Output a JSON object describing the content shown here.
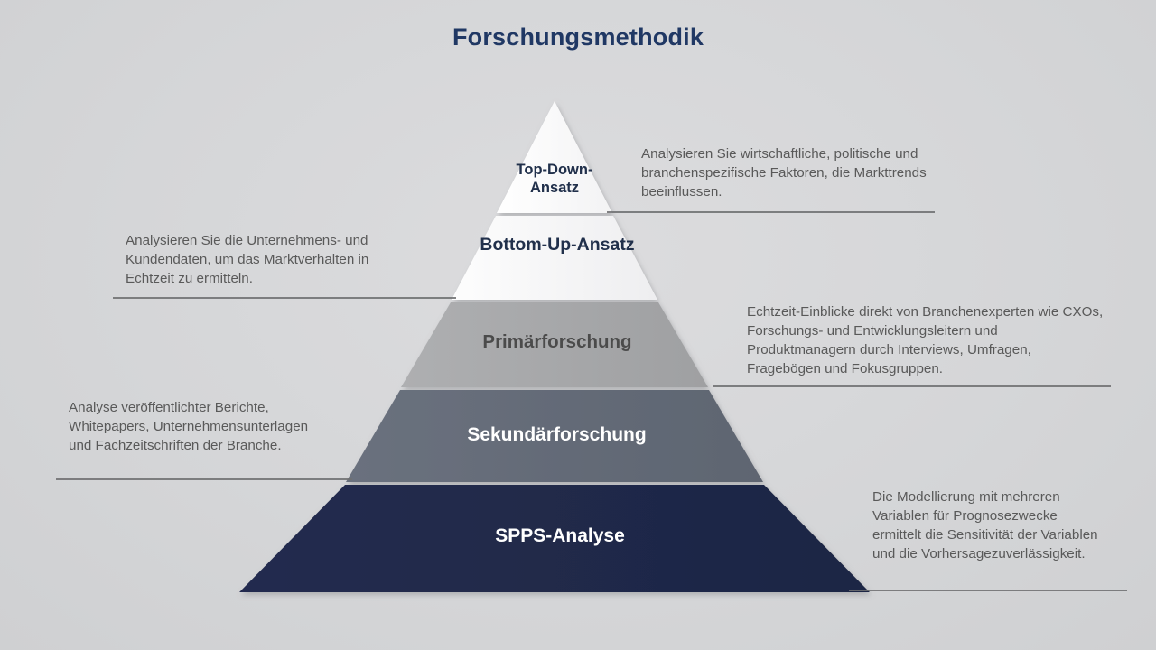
{
  "header": {
    "title": "Forschungsmethodik",
    "title_color": "#203864"
  },
  "background_color": "#d5d6d8",
  "pyramid": {
    "levels": [
      {
        "id": "top-down",
        "label": "Top-Down-\nAnsatz",
        "label_line1": "Top-Down-",
        "label_line2": "Ansatz",
        "fill": "#fbfbfb",
        "text_color": "#21304b",
        "description": "Analysieren Sie wirtschaftliche, politische und branchenspezifische Faktoren, die Markttrends beeinflussen.",
        "callout_side": "right"
      },
      {
        "id": "bottom-up",
        "label": "Bottom-Up-Ansatz",
        "fill": "#f4f4f5",
        "text_color": "#21304b",
        "description": "Analysieren Sie die Unternehmens- und Kundendaten, um das Marktverhalten in Echtzeit zu ermitteln.",
        "callout_side": "left"
      },
      {
        "id": "primaerforschung",
        "label": "Primärforschung",
        "fill": "#a6a7a9",
        "text_color": "#4b4b4b",
        "description": "Echtzeit-Einblicke direkt von Branchenexperten wie CXOs, Forschungs- und Entwicklungsleitern und Produktmanagern durch Interviews, Umfragen, Fragebögen und Fokusgruppen.",
        "callout_side": "right"
      },
      {
        "id": "sekundaerforschung",
        "label": "Sekundärforschung",
        "fill": "#646b78",
        "text_color": "#ffffff",
        "description": "Analyse veröffentlichter Berichte, Whitepapers, Unternehmensunterlagen und Fachzeitschriften der Branche.",
        "callout_side": "left"
      },
      {
        "id": "spps-analyse",
        "label": "SPPS-Analyse",
        "fill": "#20294a",
        "text_color": "#ffffff",
        "description": "Die Modellierung mit mehreren Variablen für Prognosezwecke ermittelt die Sensitivität der Variablen und die Vorhersagezuverlässigkeit.",
        "callout_side": "right"
      }
    ],
    "connector_color": "#6f7072"
  }
}
